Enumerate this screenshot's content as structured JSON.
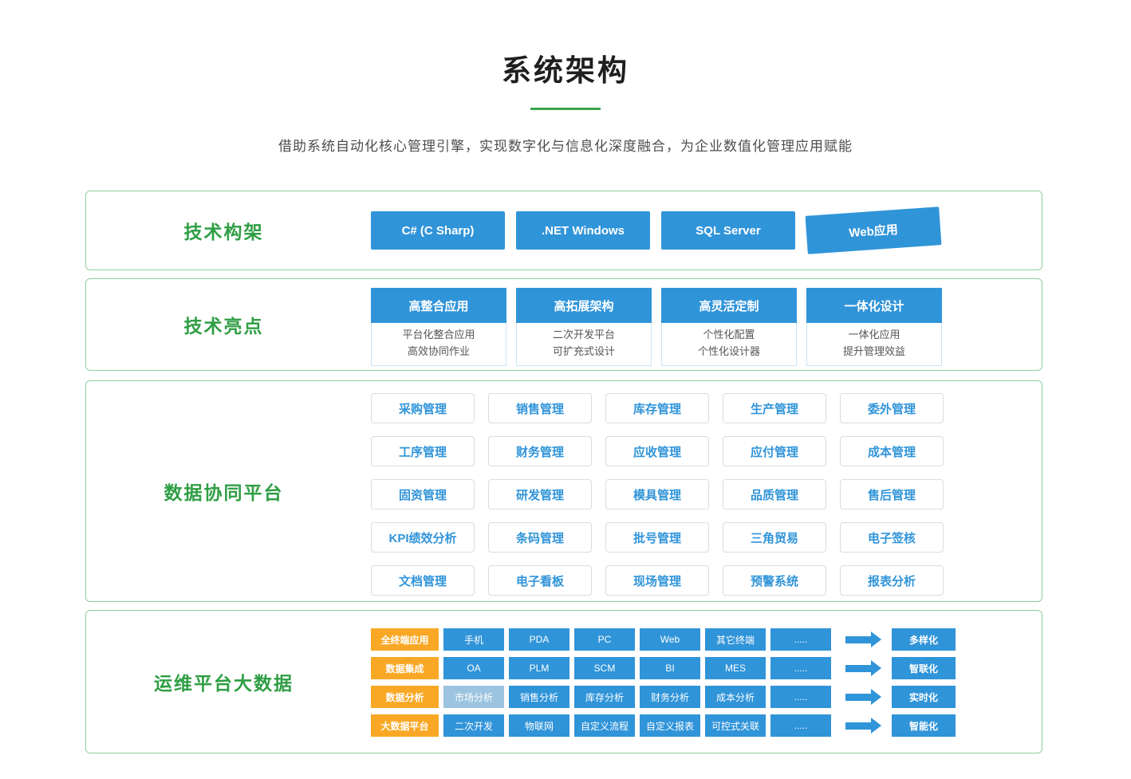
{
  "page": {
    "title": "系统架构",
    "subtitle": "借助系统自动化核心管理引擎，实现数字化与信息化深度融合，为企业数值化管理应用赋能"
  },
  "colors": {
    "primary_blue": "#3094d9",
    "accent_green": "#2f9e44",
    "panel_border_green": "#90cf9d",
    "category_orange": "#f9a825",
    "muted_blue": "#9cc4e0"
  },
  "sections": {
    "tech_framework": {
      "label": "技术构架",
      "items": [
        "C#  (C Sharp)",
        ".NET Windows",
        "SQL Server",
        "Web应用"
      ]
    },
    "tech_highlights": {
      "label": "技术亮点",
      "cards": [
        {
          "title": "高整合应用",
          "line1": "平台化整合应用",
          "line2": "高效协同作业"
        },
        {
          "title": "高拓展架构",
          "line1": "二次开发平台",
          "line2": "可扩充式设计"
        },
        {
          "title": "高灵活定制",
          "line1": "个性化配置",
          "line2": "个性化设计器"
        },
        {
          "title": "一体化设计",
          "line1": "一体化应用",
          "line2": "提升管理效益"
        }
      ]
    },
    "data_platform": {
      "label": "数据协同平台",
      "rows": [
        [
          "采购管理",
          "销售管理",
          "库存管理",
          "生产管理",
          "委外管理"
        ],
        [
          "工序管理",
          "财务管理",
          "应收管理",
          "应付管理",
          "成本管理"
        ],
        [
          "固资管理",
          "研发管理",
          "模具管理",
          "品质管理",
          "售后管理"
        ],
        [
          "KPI绩效分析",
          "条码管理",
          "批号管理",
          "三角贸易",
          "电子签核"
        ],
        [
          "文档管理",
          "电子看板",
          "现场管理",
          "预警系统",
          "报表分析"
        ]
      ]
    },
    "ops_platform": {
      "label": "运维平台大数据",
      "rows": [
        {
          "category": "全终端应用",
          "items": [
            "手机",
            "PDA",
            "PC",
            "Web",
            "其它终端",
            "....."
          ],
          "result": "多样化"
        },
        {
          "category": "数据集成",
          "items": [
            "OA",
            "PLM",
            "SCM",
            "BI",
            "MES",
            "....."
          ],
          "result": "智联化"
        },
        {
          "category": "数据分析",
          "items": [
            "市场分析",
            "销售分析",
            "库存分析",
            "财务分析",
            "成本分析",
            "....."
          ],
          "result": "实时化"
        },
        {
          "category": "大数据平台",
          "items": [
            "二次开发",
            "物联网",
            "自定义流程",
            "自定义报表",
            "可控式关联",
            "....."
          ],
          "result": "智能化"
        }
      ]
    }
  }
}
